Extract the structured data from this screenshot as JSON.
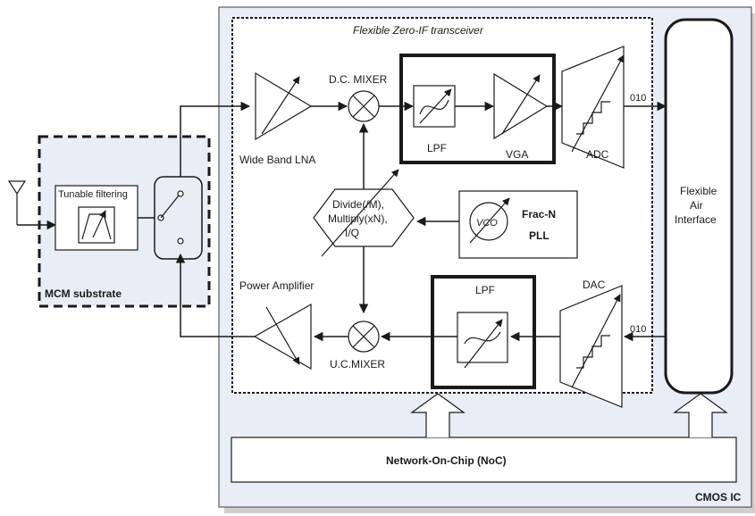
{
  "labels": {
    "transceiver_title": "Flexible Zero-IF transceiver",
    "cmos_ic": "CMOS IC",
    "mcm_substrate": "MCM substrate",
    "tunable_filtering": "Tunable filtering",
    "dc_mixer": "D.C. MIXER",
    "lna": "Wide Band LNA",
    "lpf_rx": "LPF",
    "vga": "VGA",
    "adc": "ADC",
    "adc_bits": "010",
    "dac_bits": "010",
    "air_interface_line1": "Flexible",
    "air_interface_line2": "Air",
    "air_interface_line3": "Interface",
    "divider_line1": "Divide(/M),",
    "divider_line2": "Multiply(xN),",
    "divider_line3": "I/Q",
    "vco": "VCO",
    "pll_line1": "Frac-N",
    "pll_line2": "PLL",
    "power_amplifier": "Power Amplifier",
    "lpf_tx": "LPF",
    "dac": "DAC",
    "uc_mixer": "U.C.MIXER",
    "noc": "Network-On-Chip (NoC)"
  },
  "colors": {
    "cmos_fill": "#e8edf6",
    "mcm_fill": "#e8edf6",
    "line": "#1a1a1a"
  }
}
